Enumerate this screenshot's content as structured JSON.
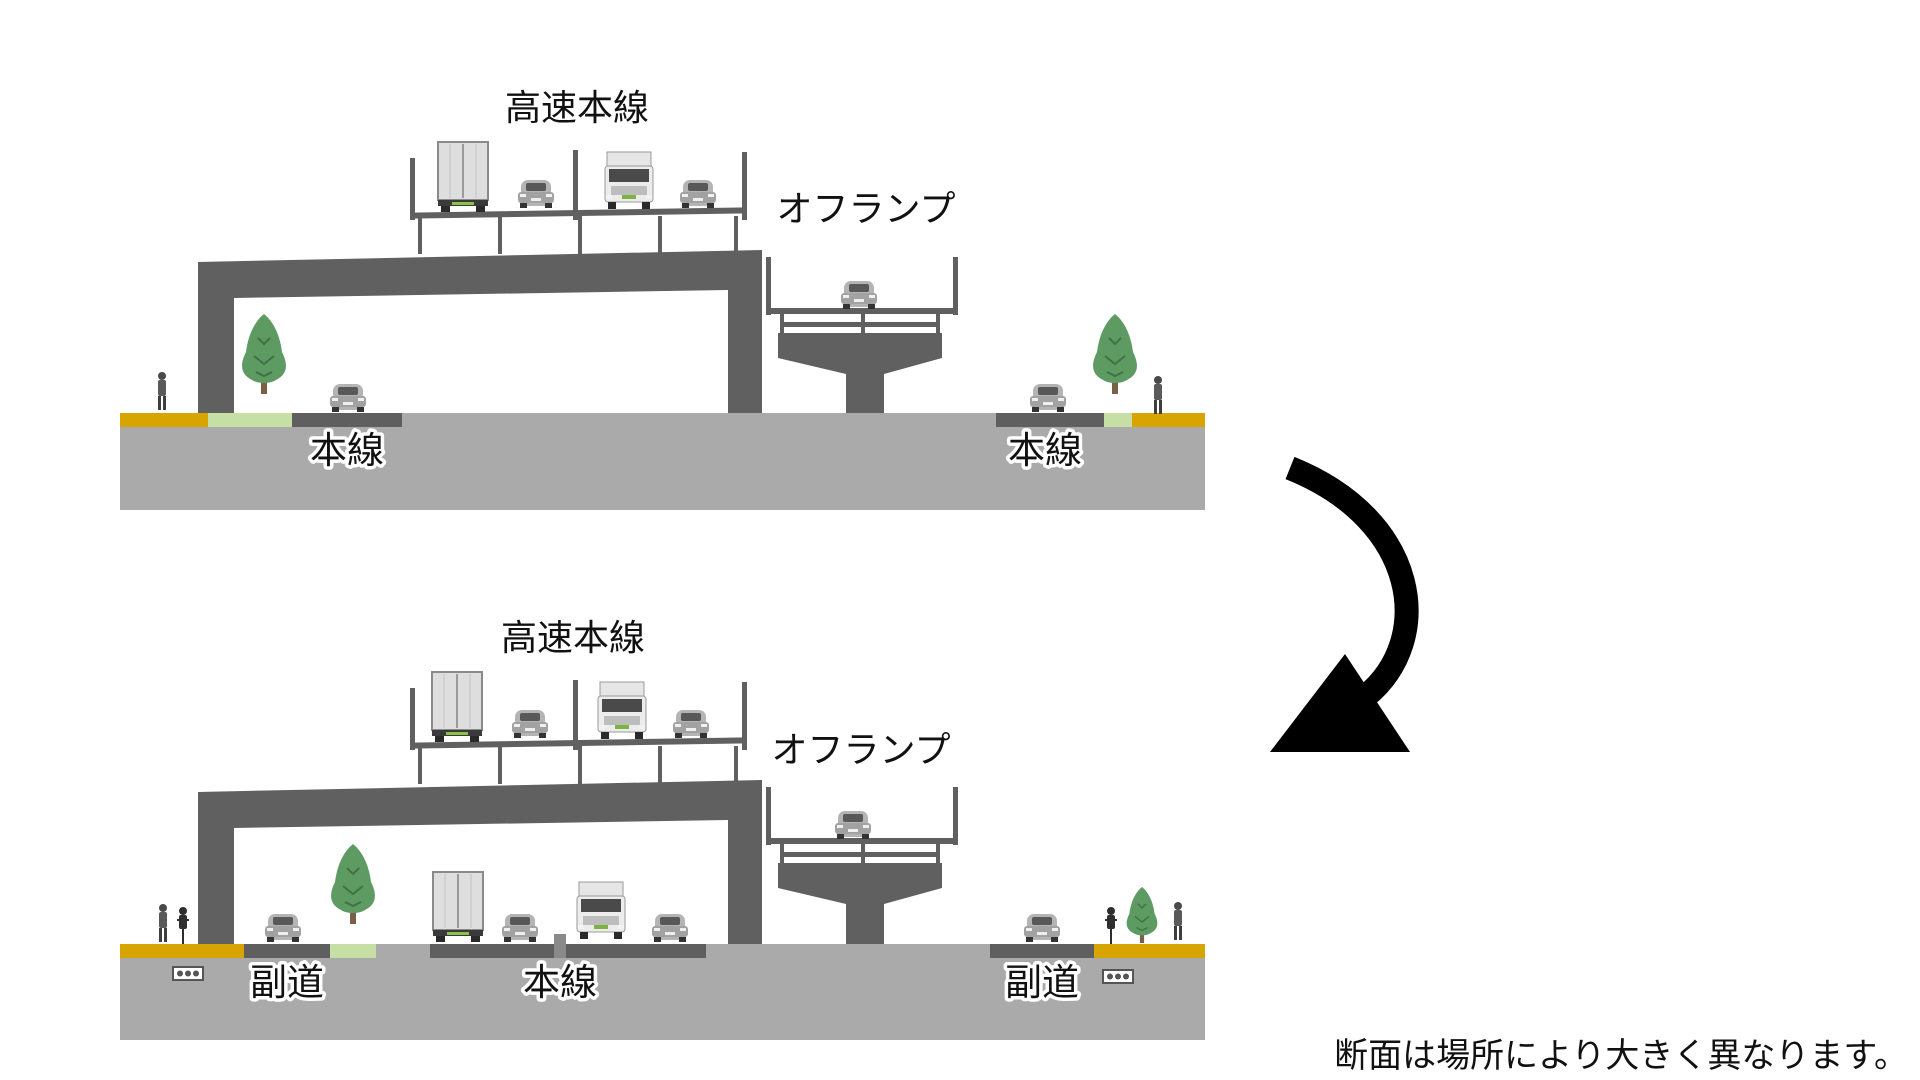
{
  "before": {
    "labels": {
      "expressway": "高速本線",
      "off_ramp": "オフランプ",
      "main_left": "本線",
      "main_right": "本線"
    }
  },
  "after": {
    "labels": {
      "expressway": "高速本線",
      "off_ramp": "オフランプ",
      "side_left": "副道",
      "main_center": "本線",
      "side_right": "副道"
    }
  },
  "note": "断面は場所により大きく異なります。",
  "colors": {
    "structure": "#606060",
    "ground": "#aaaaaa",
    "sidewalk": "#d8a400",
    "planting_strip": "#c5dfa4",
    "road_surface": "#5f5f5f",
    "tree": "#5d9b62",
    "arrow": "#000000"
  },
  "icons": [
    "truck-icon",
    "car-icon",
    "tree-icon",
    "pedestrian-icon",
    "cyclist-icon",
    "utility-box-icon",
    "transition-arrow-icon"
  ]
}
